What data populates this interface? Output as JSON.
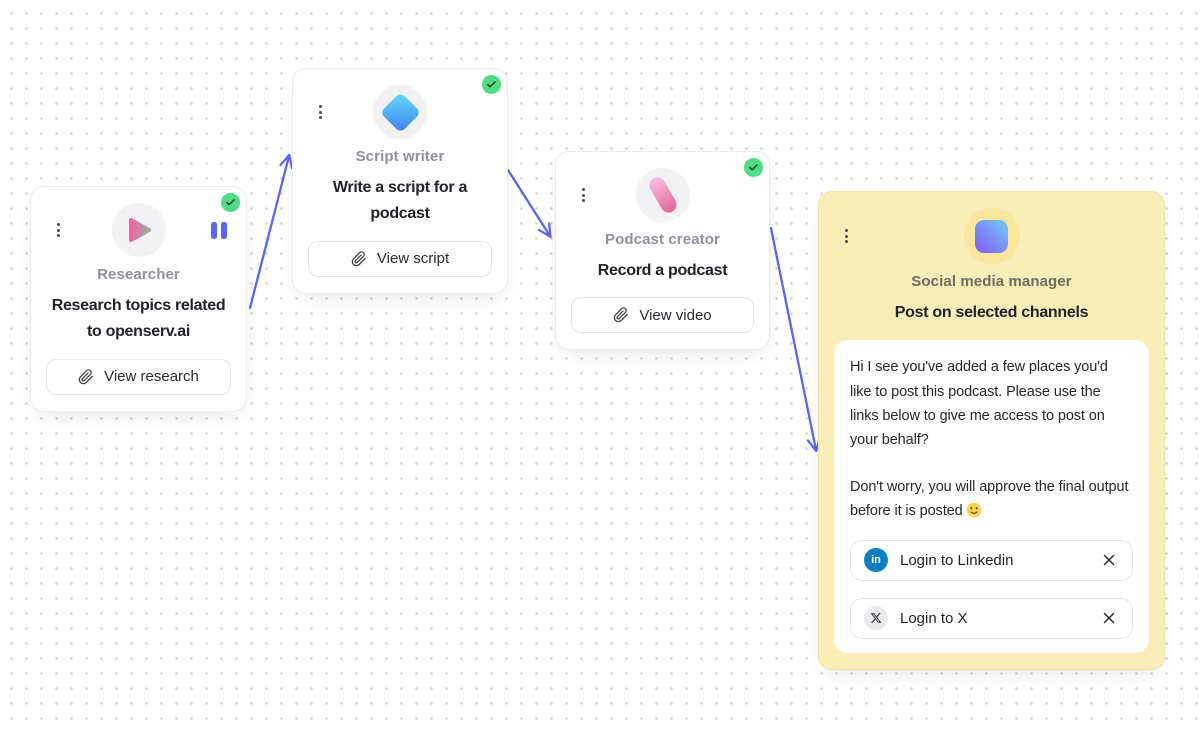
{
  "workflow": {
    "nodes": [
      {
        "name": "Researcher",
        "task": "Research topics related to openserv.ai",
        "action_label": "View research",
        "status": "completed",
        "has_pause_button": true,
        "icon": "play-gradient"
      },
      {
        "name": "Script writer",
        "task": "Write a script for a podcast",
        "action_label": "View script",
        "status": "completed",
        "icon": "diamond-gradient"
      },
      {
        "name": "Podcast creator",
        "task": "Record a podcast",
        "action_label": "View video",
        "status": "completed",
        "icon": "pill-gradient"
      },
      {
        "name": "Social media manager",
        "task": "Post on selected channels",
        "icon": "square-gradient",
        "highlighted": true,
        "message": {
          "paragraph1": "Hi I see you've added a few places you'd like to post this podcast. Please use the links below to give me access to post on your behalf?",
          "paragraph2": "Don't worry, you will approve the final output before it is posted",
          "emoji": "🙂"
        },
        "links": [
          {
            "provider": "linkedin",
            "label": "Login to Linkedin"
          },
          {
            "provider": "x",
            "label": "Login to X"
          }
        ]
      }
    ],
    "edges": [
      {
        "from": "Researcher",
        "to": "Script writer"
      },
      {
        "from": "Script writer",
        "to": "Podcast creator"
      },
      {
        "from": "Podcast creator",
        "to": "Social media manager"
      }
    ]
  },
  "colors": {
    "arrow": "#5b67f0",
    "check_badge": "#50dc87",
    "pause_icon": "#5767f1",
    "highlight_card_bg": "#f9edb8",
    "linkedin_blue": "#0b7fc0"
  }
}
